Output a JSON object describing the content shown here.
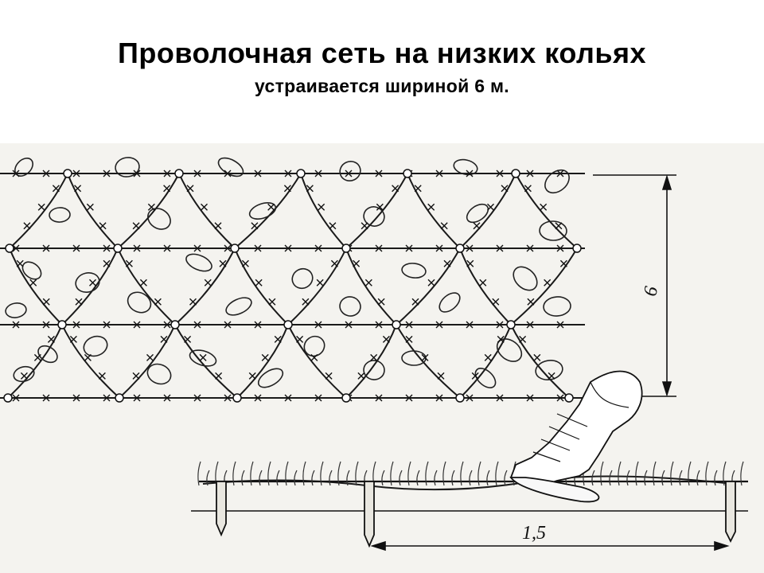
{
  "title": "Проволочная сеть на низких кольях",
  "subtitle": "устраивается шириной 6 м.",
  "diagram": {
    "width_label": "6",
    "spacing_label": "1,5"
  }
}
